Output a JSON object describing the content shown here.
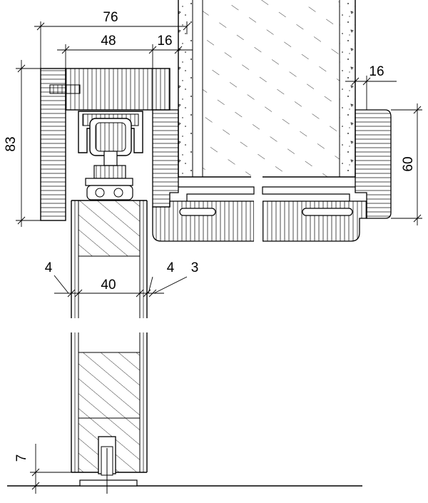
{
  "dimensions": {
    "top_total": "76",
    "top_inner": "48",
    "top_right": "16",
    "wall_right": "16",
    "left_height": "83",
    "right_height": "60",
    "door_left_gap": "4",
    "door_width": "40",
    "door_right_gap": "4",
    "door_right_clear": "3",
    "floor_height": "7"
  },
  "colors": {
    "line": "#000000",
    "background": "#ffffff"
  }
}
